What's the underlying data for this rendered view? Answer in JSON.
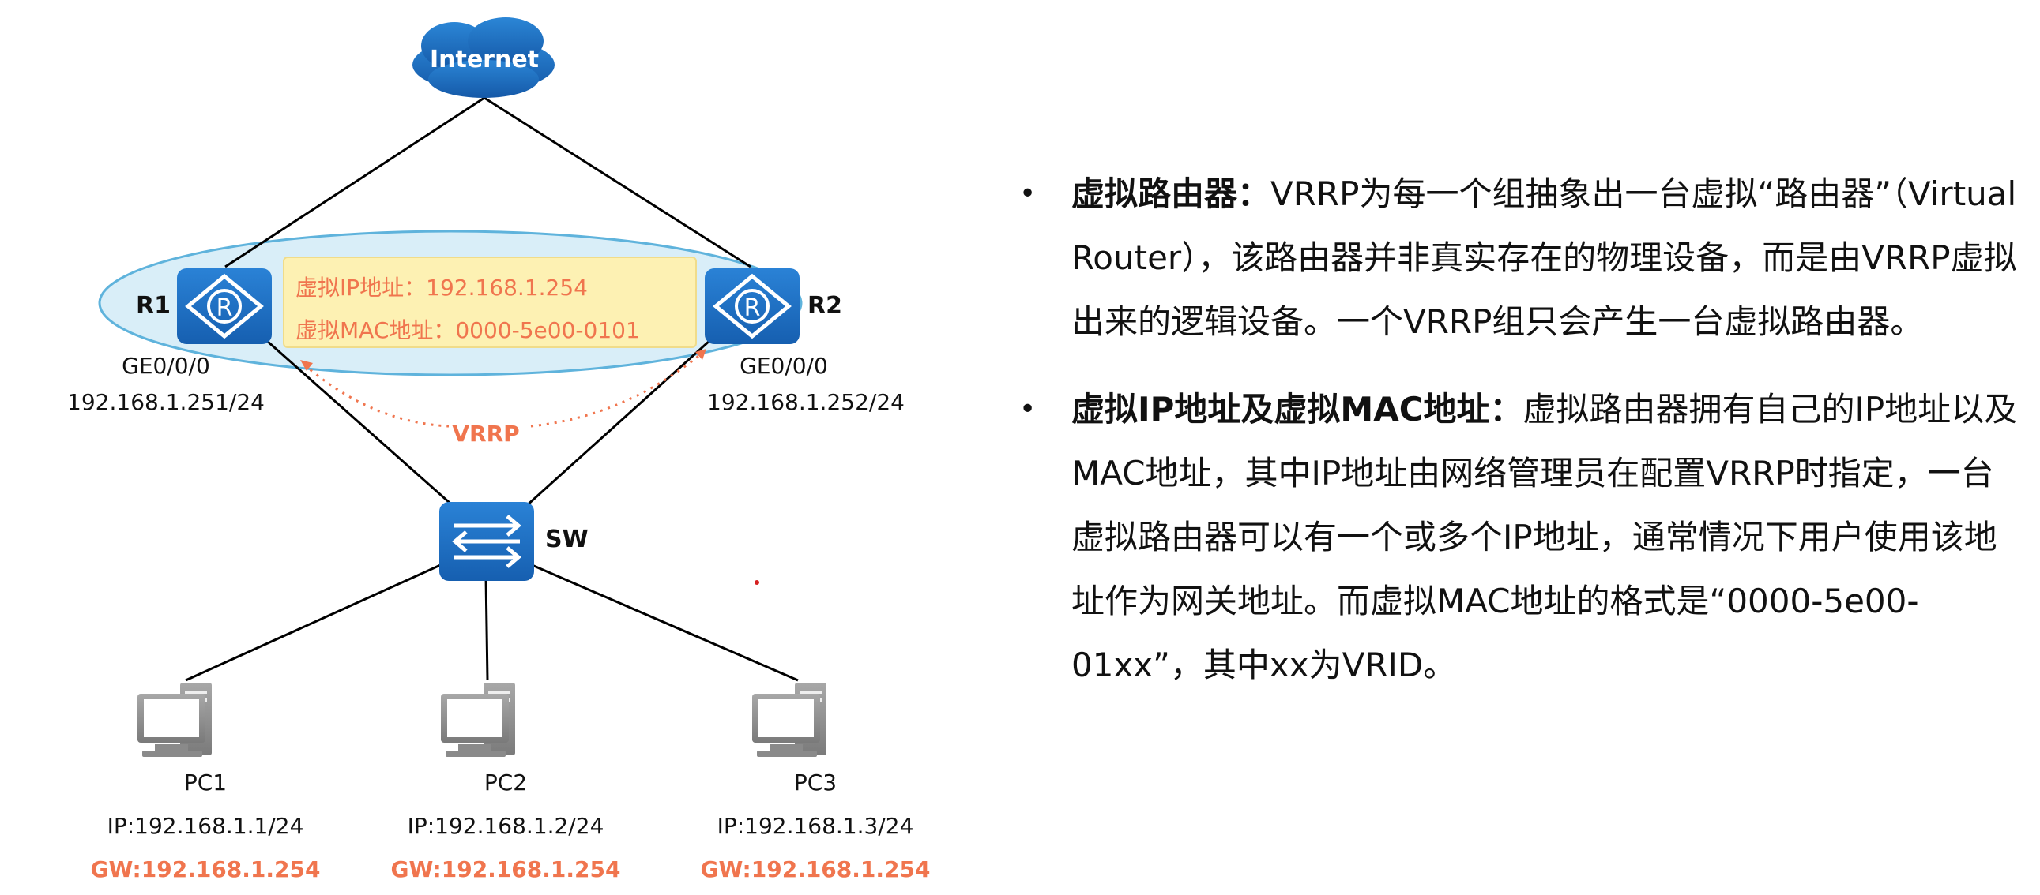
{
  "colors": {
    "accent": "#f0754e",
    "device_blue": "#1d6fc2",
    "highlight_bg": "#fdf1b3",
    "ellipse_fill": "#d9eef8",
    "ellipse_stroke": "#5fb3dc"
  },
  "diagram": {
    "internet_label": "Internet",
    "r1": {
      "name": "R1",
      "port": "GE0/0/0",
      "ip": "192.168.1.251/24"
    },
    "r2": {
      "name": "R2",
      "port": "GE0/0/0",
      "ip": "192.168.1.252/24"
    },
    "virtual_ip_line": "虚拟IP地址：192.168.1.254",
    "virtual_mac_line": "虚拟MAC地址：0000-5e00-0101",
    "vrrp_label": "VRRP",
    "switch_label": "SW",
    "pcs": [
      {
        "name": "PC1",
        "ip": "IP:192.168.1.1/24",
        "gw": "GW:192.168.1.254"
      },
      {
        "name": "PC2",
        "ip": "IP:192.168.1.2/24",
        "gw": "GW:192.168.1.254"
      },
      {
        "name": "PC3",
        "ip": "IP:192.168.1.3/24",
        "gw": "GW:192.168.1.254"
      }
    ],
    "icons": [
      "cloud-icon",
      "router-icon",
      "switch-icon",
      "pc-icon"
    ]
  },
  "bullets": [
    {
      "title": "虚拟路由器：",
      "body": "VRRP为每一个组抽象出一台虚拟“路由器”（Virtual Router），该路由器并非真实存在的物理设备，而是由VRRP虚拟出来的逻辑设备。一个VRRP组只会产生一台虚拟路由器。"
    },
    {
      "title": "虚拟IP地址及虚拟MAC地址：",
      "body": "虚拟路由器拥有自己的IP地址以及MAC地址，其中IP地址由网络管理员在配置VRRP时指定，一台虚拟路由器可以有一个或多个IP地址，通常情况下用户使用该地址作为网关地址。而虚拟MAC地址的格式是“0000-5e00-01xx”，其中xx为VRID。"
    }
  ]
}
